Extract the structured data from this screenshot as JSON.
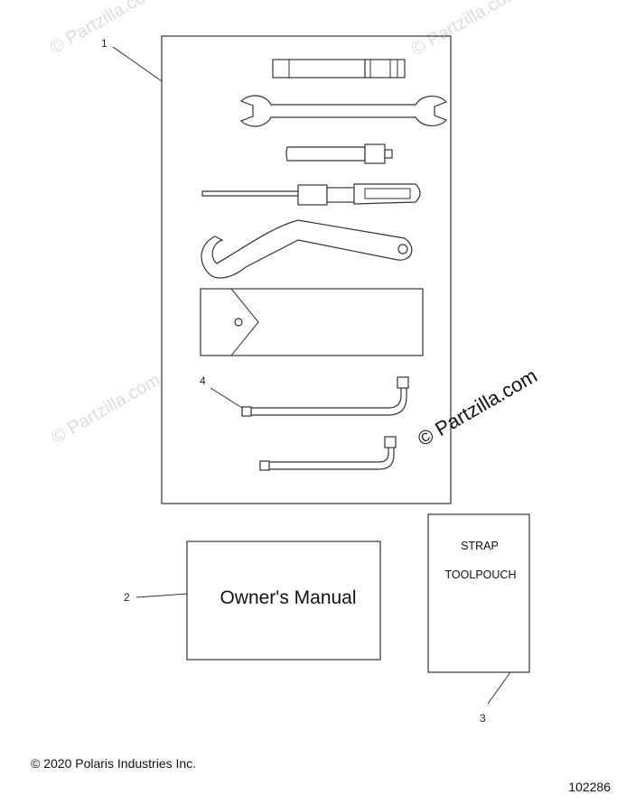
{
  "callouts": [
    "1",
    "2",
    "3",
    "4"
  ],
  "owners_manual": {
    "title": "Owner's Manual"
  },
  "tool_pouch": {
    "line1": "STRAP",
    "line2": "TOOLPOUCH"
  },
  "watermark": {
    "main": "© Partzilla.com",
    "faint": "© Partzilla.com"
  },
  "copyright": "© 2020 Polaris Industries Inc.",
  "diagram_id": "102286"
}
